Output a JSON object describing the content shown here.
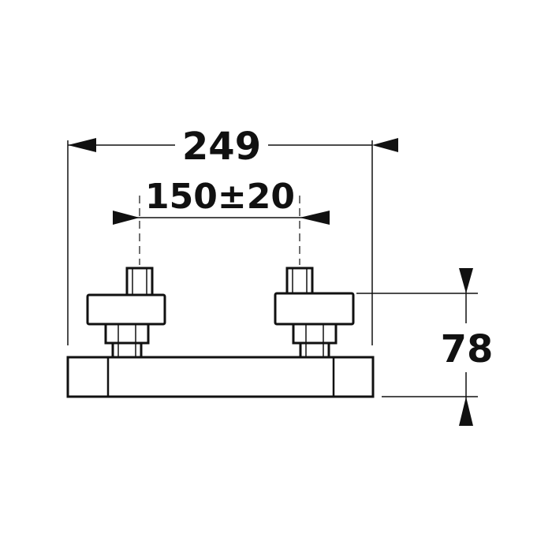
{
  "dimensions": {
    "overall_width": "249",
    "inlet_spacing": "150±20",
    "height": "78"
  },
  "colors": {
    "line": "#111111",
    "background": "#ffffff"
  }
}
